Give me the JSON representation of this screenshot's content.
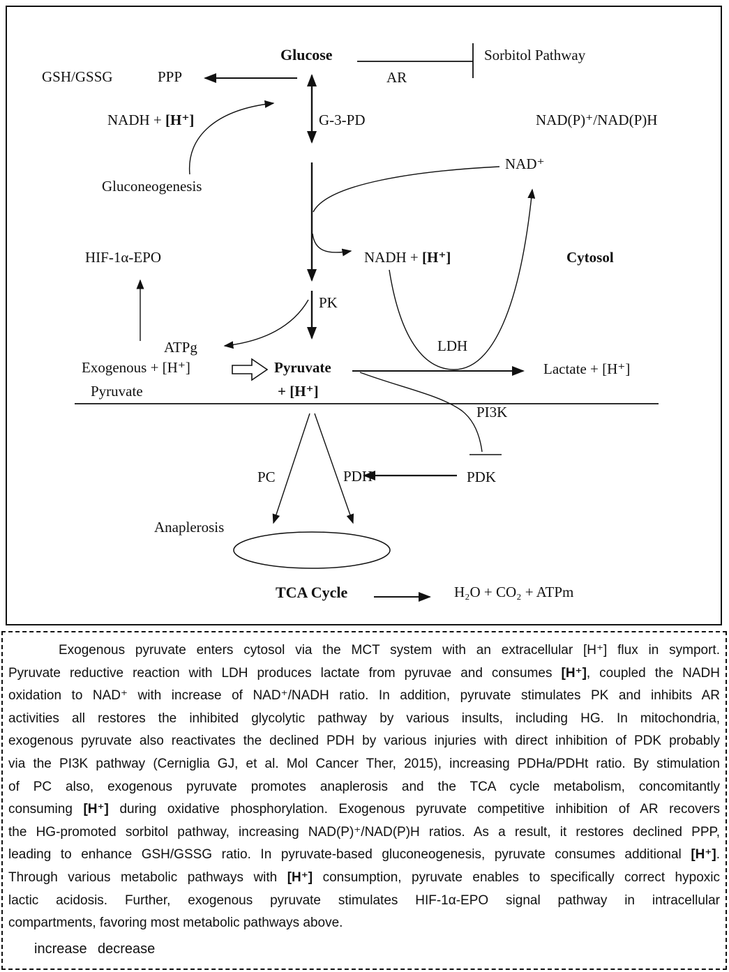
{
  "colors": {
    "ink": "#111111",
    "background": "#ffffff"
  },
  "diagram": {
    "labels": {
      "glucose": "Glucose",
      "sorbitol_pathway": "Sorbitol Pathway",
      "gsh_gssg": "GSH/GSSG",
      "ppp": "PPP",
      "ar": "AR",
      "g3pd": "G-3-PD",
      "nadp_ratio": "NAD(P)⁺/NAD(P)H",
      "gluconeogenesis": "Gluconeogenesis",
      "nad_plus": "NAD⁺",
      "cytosol": "Cytosol",
      "hif_epo": "HIF-1α-EPO",
      "pk": "PK",
      "atpg": "ATPg",
      "ldh": "LDH",
      "exogenous_line1": "Exogenous + [H⁺]",
      "exogenous_line2": "Pyruvate",
      "pyruvate_line1": "Pyruvate",
      "pyruvate_line2": "+ [H⁺]",
      "lactate": "Lactate + [H⁺]",
      "pi3k": "PI3K",
      "pc": "PC",
      "pdh": "PDH",
      "pdk": "PDK",
      "anaplerosis": "Anaplerosis",
      "tca_cycle": "TCA Cycle",
      "tca_products": "H₂O + CO₂ + ATPm"
    },
    "nadh_top": [
      {
        "t": "NADH + "
      },
      {
        "t": "[H⁺]",
        "b": true
      }
    ],
    "nadh_mid": [
      {
        "t": "NADH + "
      },
      {
        "t": "[H⁺]",
        "b": true
      }
    ]
  },
  "caption": {
    "lines": [
      [
        {
          "t": "Exogenous pyruvate enters cytosol via the MCT system with an extracellular [H⁺] flux in symport."
        }
      ],
      [
        {
          "t": "Pyruvate reductive reaction with LDH produces lactate from pyruvae and consumes "
        },
        {
          "t": "[H⁺]",
          "b": true
        },
        {
          "t": ", coupled the NADH"
        }
      ],
      [
        {
          "t": "oxidation to NAD⁺ with increase of NAD⁺/NADH ratio. In addition, pyruvate stimulates PK and inhibits AR"
        }
      ],
      [
        {
          "t": "activities all restores the inhibited glycolytic pathway by various insults, including HG. In mitochondria,"
        }
      ],
      [
        {
          "t": "exogenous pyruvate also reactivates the declined PDH by various injuries with direct inhibition of PDK probably"
        }
      ],
      [
        {
          "t": "via the PI3K pathway (Cerniglia GJ, et al. Mol Cancer Ther, 2015), increasing PDHa/PDHt ratio. By stimulation"
        }
      ],
      [
        {
          "t": "of PC also, exogenous pyruvate promotes anaplerosis and the TCA cycle metabolism, concomitantly"
        }
      ],
      [
        {
          "t": "consuming "
        },
        {
          "t": "[H⁺]",
          "b": true
        },
        {
          "t": " during oxidative phosphorylation. Exogenous pyruvate competitive inhibition of AR recovers"
        }
      ],
      [
        {
          "t": "the HG-promoted sorbitol pathway, increasing NAD(P)⁺/NAD(P)H ratios. As a result, it restores declined PPP,"
        }
      ],
      [
        {
          "t": "leading to enhance GSH/GSSG ratio. In pyruvate-based gluconeogenesis, pyruvate consumes additional "
        },
        {
          "t": "[H⁺]",
          "b": true
        },
        {
          "t": "."
        }
      ],
      [
        {
          "t": "Through various metabolic pathways with "
        },
        {
          "t": "[H⁺]",
          "b": true
        },
        {
          "t": " consumption, pyruvate enables to specifically correct hypoxic"
        }
      ],
      [
        {
          "t": "lactic acidosis. Further, exogenous pyruvate stimulates HIF-1α-EPO signal pathway in intracellular"
        }
      ],
      [
        {
          "t": "compartments, favoring most metabolic pathways above."
        }
      ]
    ]
  },
  "legend": {
    "increase": "increase",
    "decrease": "decrease"
  }
}
